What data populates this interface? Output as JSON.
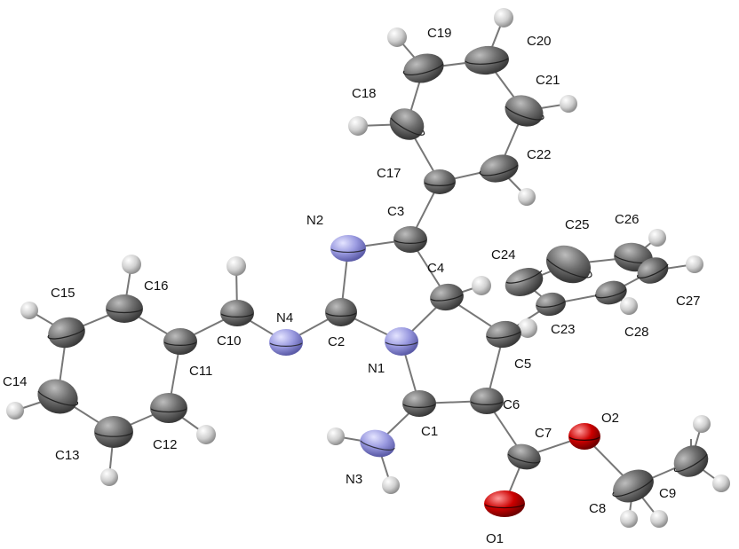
{
  "colors": {
    "carbon": "#666666",
    "nitrogen": "#9a9ae0",
    "oxygen": "#cc0000",
    "hydrogen": "#c8c8c8",
    "bond": "#777777"
  },
  "labels": {
    "c1": "C1",
    "c2": "C2",
    "c3": "C3",
    "c4": "C4",
    "c5": "C5",
    "c6": "C6",
    "c7": "C7",
    "c8": "C8",
    "c9": "C9",
    "c10": "C10",
    "c11": "C11",
    "c12": "C12",
    "c13": "C13",
    "c14": "C14",
    "c15": "C15",
    "c16": "C16",
    "c17": "C17",
    "c18": "C18",
    "c19": "C19",
    "c20": "C20",
    "c21": "C21",
    "c22": "C22",
    "c23": "C23",
    "c24": "C24",
    "c25": "C25",
    "c26": "C26",
    "c27": "C27",
    "c28": "C28",
    "n1": "N1",
    "n2": "N2",
    "n3": "N3",
    "n4": "N4",
    "o1": "O1",
    "o2": "O2"
  }
}
